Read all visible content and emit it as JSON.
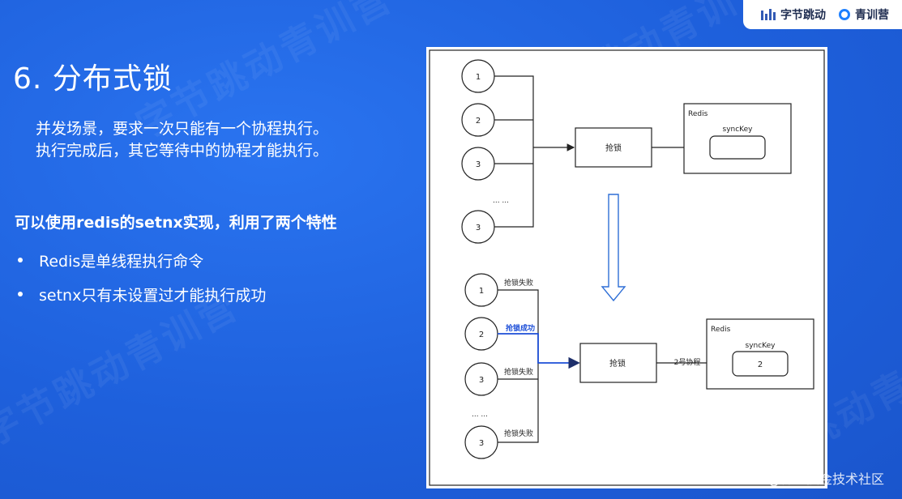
{
  "brand": {
    "bytedance": "字节跳动",
    "qingxunying": "青训营"
  },
  "slide": {
    "title": "6. 分布式锁",
    "desc_line1": "并发场景，要求一次只能有一个协程执行。",
    "desc_line2": "执行完成后，其它等待中的协程才能执行。",
    "subhead": "可以使用redis的setnx实现，利用了两个特性",
    "bullets": [
      "Redis是单线程执行命令",
      "setnx只有未设置过才能执行成功"
    ]
  },
  "diagram": {
    "top": {
      "nodes": [
        "1",
        "2",
        "3",
        "3"
      ],
      "ellipsis": "... ...",
      "grab_label": "抢锁",
      "redis_label": "Redis",
      "key_label": "syncKey"
    },
    "bottom": {
      "nodes": [
        "1",
        "2",
        "3",
        "3"
      ],
      "ellipsis": "... ...",
      "fail_label": "抢锁失败",
      "success_label": "抢锁成功",
      "grab_label": "抢锁",
      "edge_label": "2号协程",
      "redis_label": "Redis",
      "key_label": "syncKey",
      "key_value": "2"
    }
  },
  "footer": {
    "watermark": "@稀土掘金技术社区"
  },
  "colors": {
    "background": "#1f63e0",
    "success": "#1d4fd8",
    "arrow": "#2f6fd6"
  }
}
